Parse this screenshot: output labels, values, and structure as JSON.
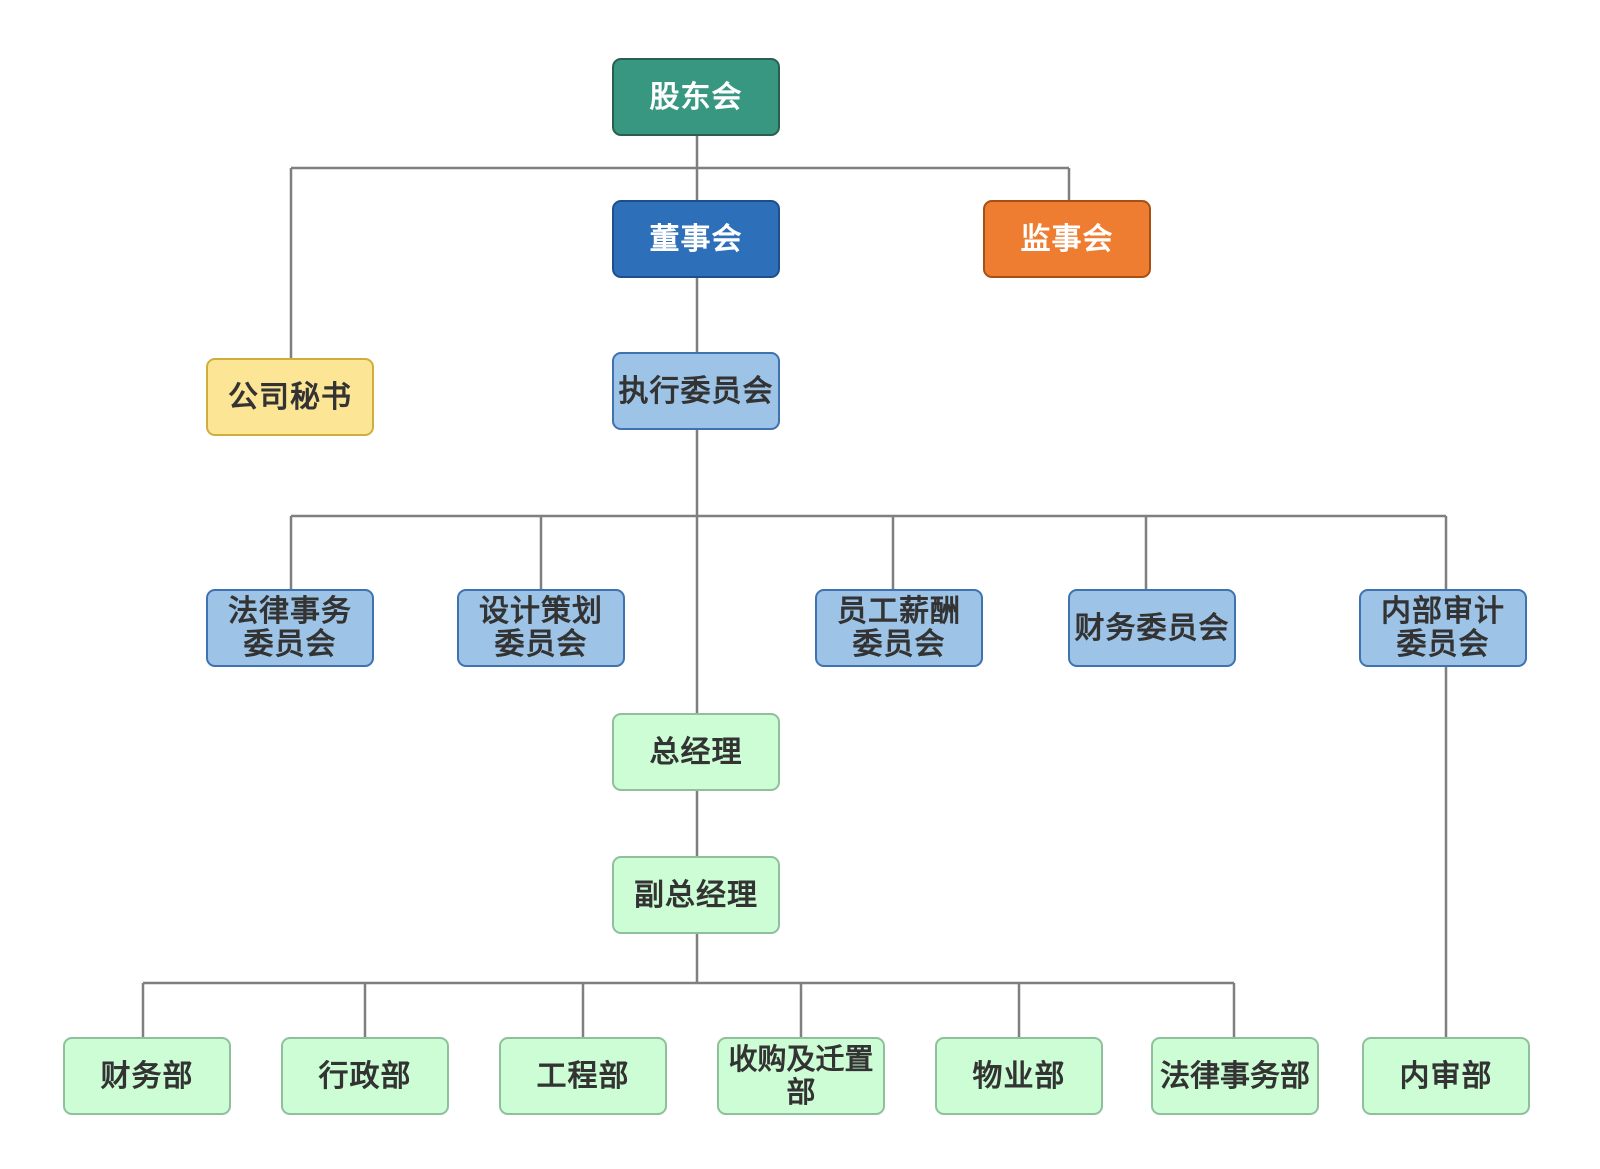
{
  "colors": {
    "green": "#379780",
    "blue": "#2e6fba",
    "orange": "#ee7d31",
    "yellow": "#fde596",
    "light": "#9dc3e6",
    "mint": "#ccfdd5"
  },
  "nodes": {
    "shareholders": "股东会",
    "board": "董事会",
    "supervisors": "监事会",
    "secretary": "公司秘书",
    "executive": "执行委员会",
    "legal_committee": "法律事务\n委员会",
    "design_committee": "设计策划\n委员会",
    "compensation_committee": "员工薪酬\n委员会",
    "finance_committee": "财务委员会",
    "audit_committee": "内部审计\n委员会",
    "gm": "总经理",
    "deputy_gm": "副总经理",
    "finance_dept": "财务部",
    "admin_dept": "行政部",
    "engineering_dept": "工程部",
    "acquisition_dept": "收购及迁置部",
    "property_dept": "物业部",
    "legal_dept": "法律事务部",
    "internal_audit_dept": "内审部"
  }
}
